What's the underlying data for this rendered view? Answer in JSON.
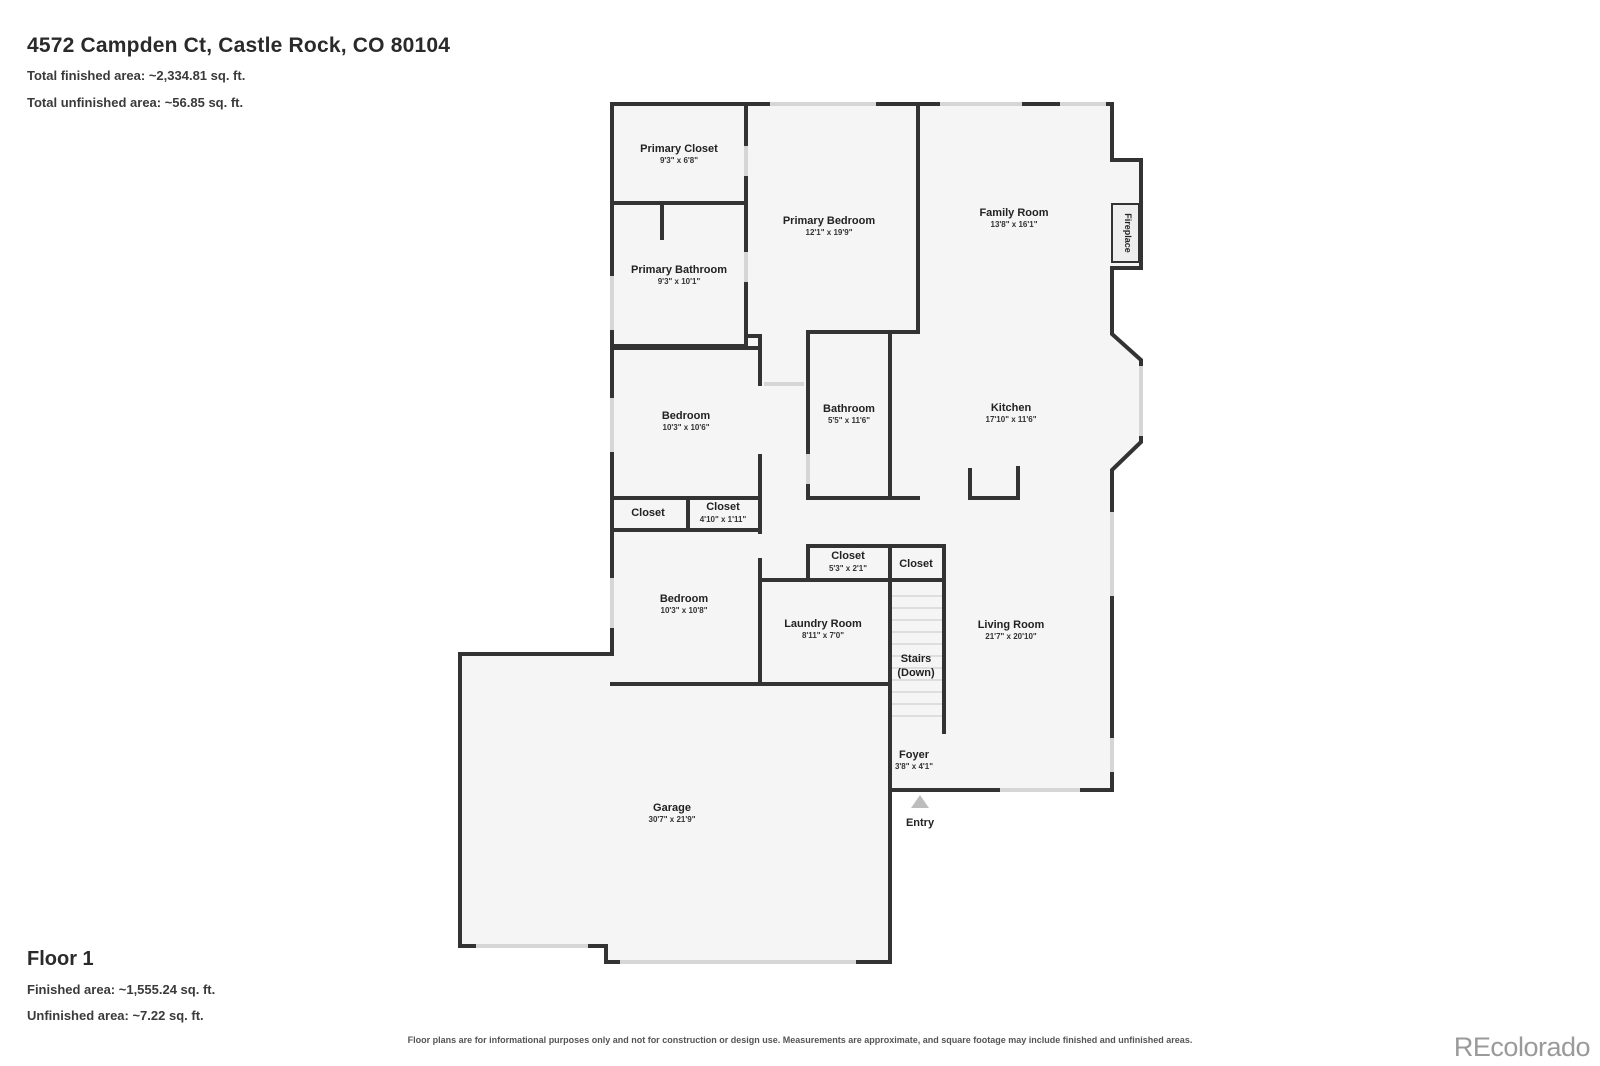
{
  "header": {
    "address": "4572 Campden Ct, Castle Rock, CO 80104",
    "total_finished": "Total finished area: ~2,334.81 sq. ft.",
    "total_unfinished": "Total unfinished area: ~56.85 sq. ft."
  },
  "floor": {
    "name": "Floor 1",
    "finished": "Finished area: ~1,555.24 sq. ft.",
    "unfinished": "Unfinished area: ~7.22 sq. ft."
  },
  "rooms": {
    "primary_closet": {
      "name": "Primary Closet",
      "dim": "9'3\" x 6'8\""
    },
    "primary_bedroom": {
      "name": "Primary Bedroom",
      "dim": "12'1\" x 19'9\""
    },
    "family_room": {
      "name": "Family Room",
      "dim": "13'8\" x 16'1\""
    },
    "primary_bathroom": {
      "name": "Primary Bathroom",
      "dim": "9'3\" x 10'1\""
    },
    "bedroom_1": {
      "name": "Bedroom",
      "dim": "10'3\" x 10'6\""
    },
    "bathroom": {
      "name": "Bathroom",
      "dim": "5'5\" x 11'6\""
    },
    "kitchen": {
      "name": "Kitchen",
      "dim": "17'10\" x 11'6\""
    },
    "closet_a": {
      "name": "Closet"
    },
    "closet_b": {
      "name": "Closet",
      "dim": "4'10\" x 1'11\""
    },
    "closet_c": {
      "name": "Closet",
      "dim": "5'3\" x 2'1\""
    },
    "closet_d": {
      "name": "Closet"
    },
    "bedroom_2": {
      "name": "Bedroom",
      "dim": "10'3\" x 10'8\""
    },
    "laundry": {
      "name": "Laundry Room",
      "dim": "8'11\" x 7'0\""
    },
    "living_room": {
      "name": "Living Room",
      "dim": "21'7\" x 20'10\""
    },
    "stairs": {
      "line1": "Stairs",
      "line2": "(Down)"
    },
    "foyer": {
      "name": "Foyer",
      "dim": "3'8\" x 4'1\""
    },
    "garage": {
      "name": "Garage",
      "dim": "30'7\" x 21'9\""
    }
  },
  "labels": {
    "fireplace": "Fireplace",
    "entry": "Entry"
  },
  "footer": {
    "disclaimer": "Floor plans are for informational purposes only and not for construction or design use. Measurements are approximate, and square footage may include finished and unfinished areas.",
    "brand": "REcolorado"
  },
  "colors": {
    "wall": "#333333",
    "floor": "#f5f5f5",
    "window": "#d6d6d6"
  }
}
